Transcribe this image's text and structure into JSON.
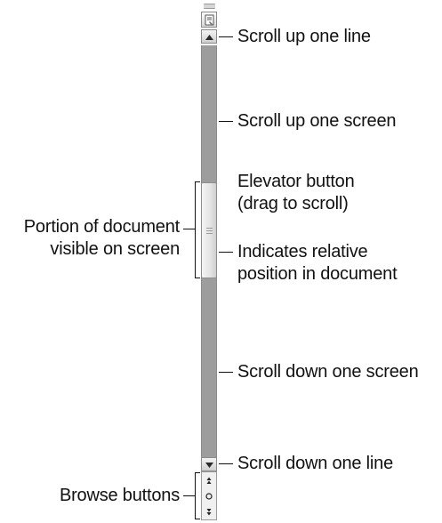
{
  "annotations": {
    "scroll_up_line": "Scroll up one line",
    "scroll_up_screen": "Scroll up one screen",
    "elevator_line1": "Elevator button",
    "elevator_line2": "(drag to scroll)",
    "relative_line1": "Indicates relative",
    "relative_line2": "position in document",
    "portion_line1": "Portion of document",
    "portion_line2": "visible on screen",
    "scroll_down_screen": "Scroll down one screen",
    "scroll_down_line": "Scroll down one line",
    "browse_buttons": "Browse buttons"
  },
  "scrollbar": {
    "position_shown_fraction": 0.35,
    "colors": {
      "track": "#9d9d9d",
      "button_face": "#e8e8e8",
      "border": "#8b8b8b",
      "thumb": "#ececec"
    }
  },
  "icons": {
    "ruler": "view-ruler-icon",
    "up": "up-arrow-icon",
    "down": "down-arrow-icon",
    "grip": "grip-icon",
    "browse_prev": "double-up-arrow-icon",
    "browse_object": "circle-icon",
    "browse_next": "double-down-arrow-icon"
  }
}
